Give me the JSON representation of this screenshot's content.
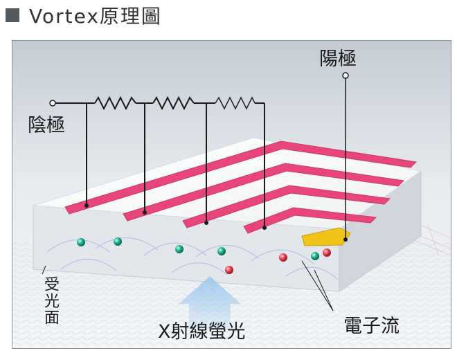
{
  "header": {
    "title": "Vortex原理圖"
  },
  "labels": {
    "cathode": "陰極",
    "anode": "陽極",
    "receiving_surface": "受光面",
    "xray_fluorescence": "X射線螢光",
    "electron_flow": "電子流"
  },
  "colors": {
    "electrode_pink": "#e8457a",
    "anode_yellow": "#f2c418",
    "electron_green": "#1aa88a",
    "electron_red": "#e23a4a",
    "xray_arrow": "#9ec9ee",
    "title_square": "#555a5e"
  }
}
